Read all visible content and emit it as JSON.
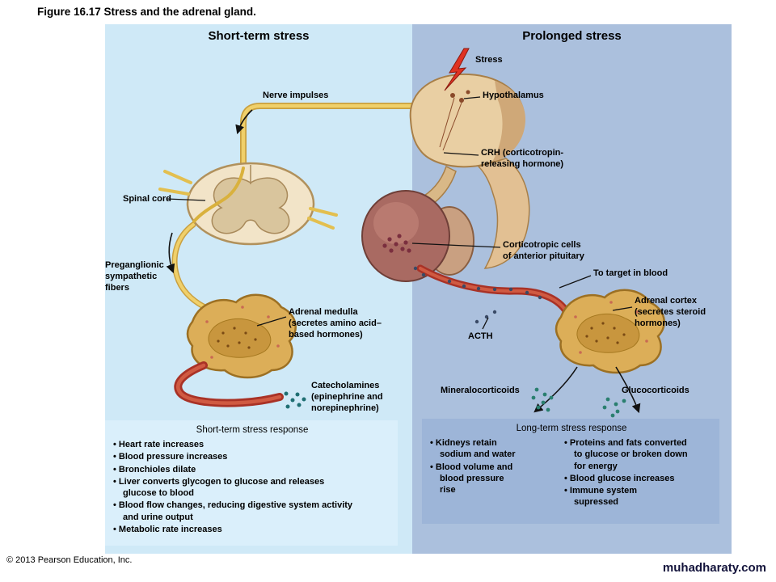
{
  "figure": {
    "title": "Figure 16.17  Stress and the adrenal gland.",
    "copyright": "© 2013 Pearson Education, Inc.",
    "watermark": "muhadharaty.com"
  },
  "colors": {
    "panel_left_bg": "#cfe9f7",
    "panel_right_bg": "#abc0dd",
    "short_box_bg": "#daeffb",
    "long_box_bg": "#9db5d8",
    "nerve_yellow": "#f0d06a",
    "vessel_red": "#a93226",
    "gland_gold": "#dcae58",
    "hormone_dot_teal": "#2a7f6f",
    "stress_bolt_red": "#e03222"
  },
  "short_term": {
    "title": "Short-term stress",
    "labels": {
      "nerve_impulses": "Nerve impulses",
      "spinal_cord": "Spinal cord",
      "preganglionic_fibers": "Preganglionic\nsympathetic\nfibers",
      "adrenal_medulla": "Adrenal medulla\n(secretes amino acid–\nbased hormones)",
      "catecholamines": "Catecholamines\n(epinephrine and\nnorepinephrine)"
    },
    "response": {
      "title": "Short-term stress response",
      "items": [
        "Heart rate increases",
        "Blood pressure increases",
        "Bronchioles dilate",
        "Liver converts glycogen to glucose and releases\nglucose to blood",
        "Blood flow changes, reducing digestive system activity\nand urine output",
        "Metabolic rate increases"
      ]
    }
  },
  "prolonged": {
    "title": "Prolonged stress",
    "labels": {
      "stress": "Stress",
      "hypothalamus": "Hypothalamus",
      "crh": "CRH (corticotropin-\nreleasing hormone)",
      "corticotropic_cells": "Corticotropic cells\nof anterior pituitary",
      "to_target": "To target in blood",
      "adrenal_cortex": "Adrenal cortex\n(secretes steroid\nhormones)",
      "acth": "ACTH",
      "mineralocorticoids": "Mineralocorticoids",
      "glucocorticoids": "Glucocorticoids"
    },
    "response": {
      "title": "Long-term stress response",
      "col1": [
        "Kidneys retain\nsodium and water",
        "Blood volume and\nblood pressure\nrise"
      ],
      "col2": [
        "Proteins and fats converted\nto glucose or broken down\nfor energy",
        "Blood glucose increases",
        "Immune system\nsupressed"
      ]
    }
  }
}
